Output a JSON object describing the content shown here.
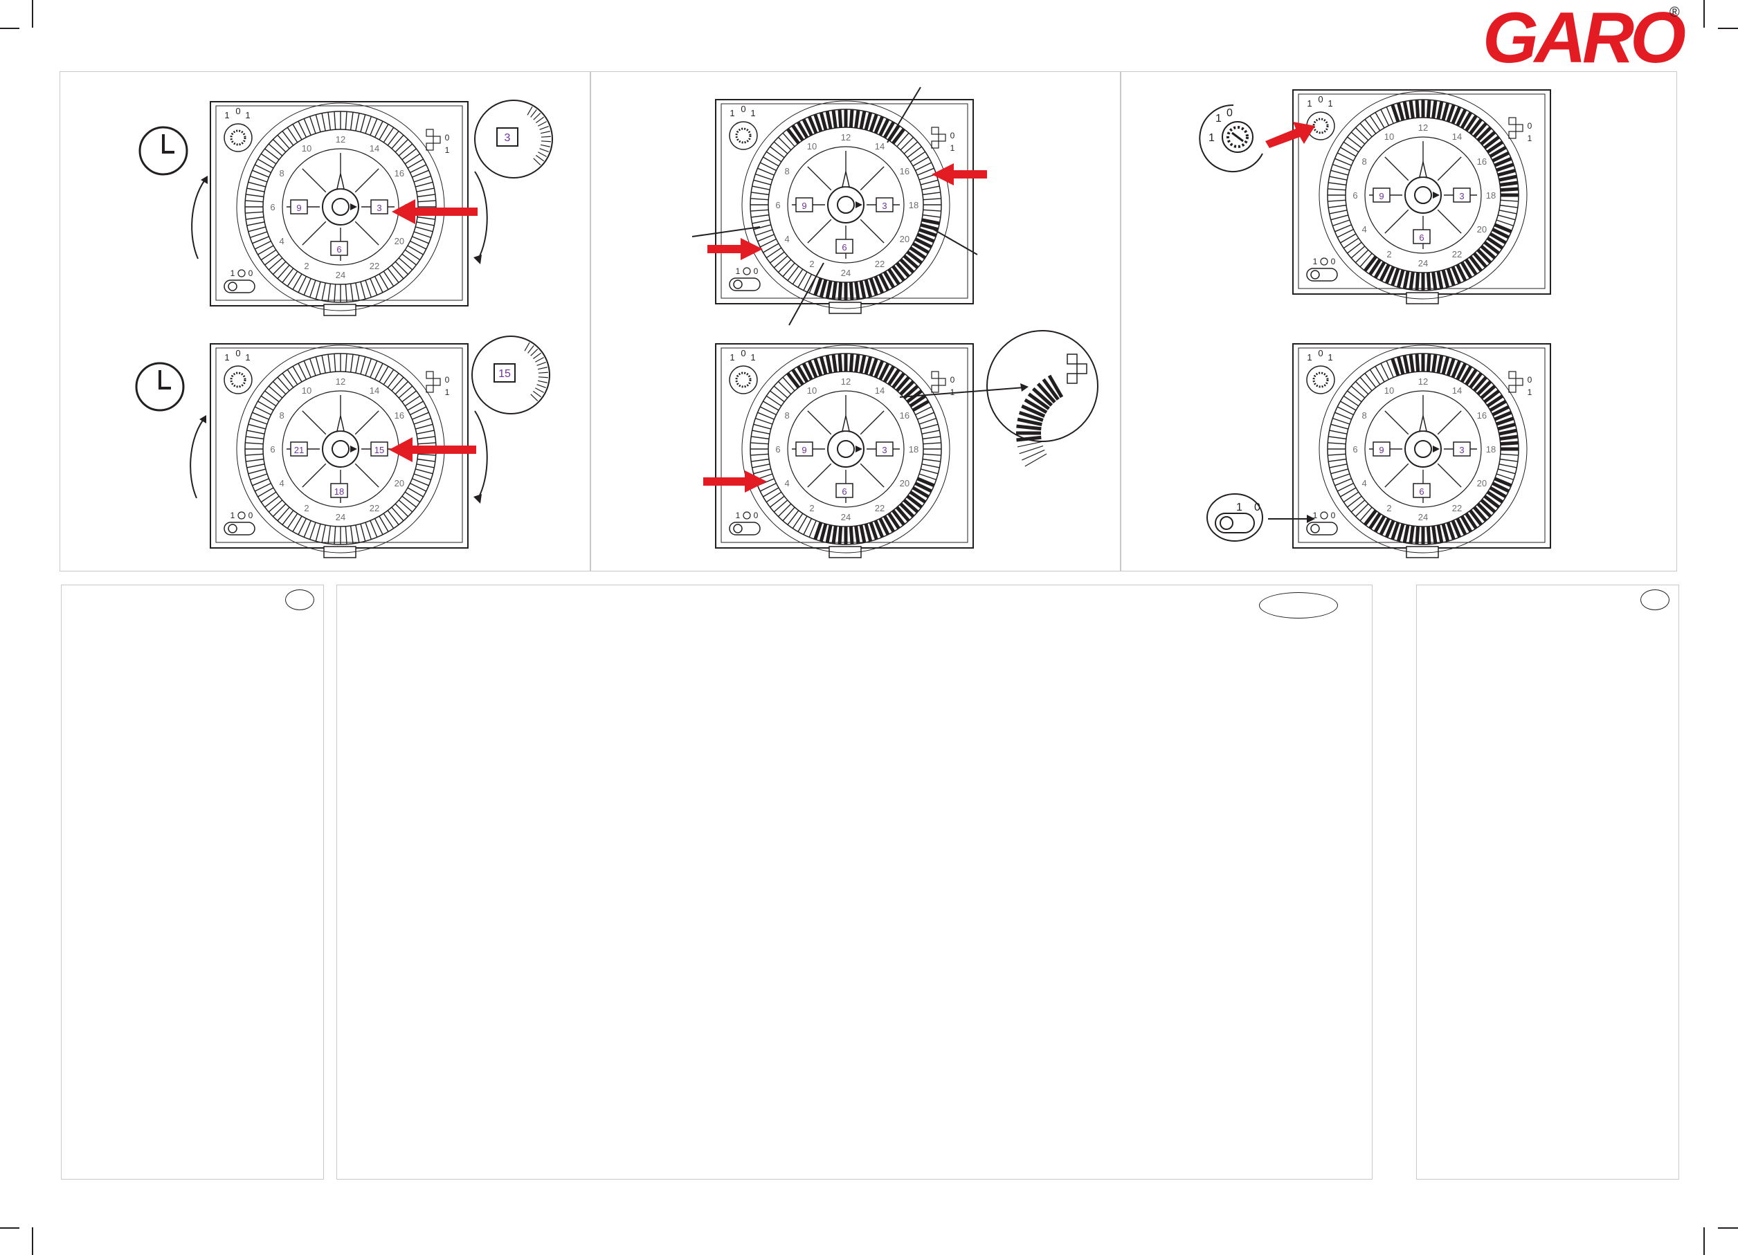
{
  "brand": {
    "logo_text": "GARO",
    "registered_mark": "®",
    "logo_color": "#e31b23"
  },
  "colors": {
    "arrow": "#e31b23",
    "line": "#231f20",
    "digit": "#7030a0",
    "frame": "#c8c8c8"
  },
  "icons": [
    "crop-mark",
    "clock-icon",
    "rotate-arrow-icon",
    "red-arrow-icon",
    "switch-icon"
  ],
  "figures": {
    "panel1": {
      "dial_a": {
        "flags": [
          "9",
          "3",
          "6"
        ],
        "zoom_flag": "3"
      },
      "dial_b": {
        "flags": [
          "21",
          "15",
          "18"
        ],
        "zoom_flag": "15"
      }
    },
    "panel2": {
      "dial_a": {
        "flags": [
          "9",
          "3",
          "6"
        ]
      },
      "dial_b": {
        "flags": [
          "9",
          "3",
          "6"
        ]
      }
    },
    "panel3": {
      "dial_a": {
        "flags": [
          "9",
          "3",
          "6"
        ]
      },
      "dial_b": {
        "flags": [
          "9",
          "3",
          "6"
        ]
      }
    },
    "switch_labels": [
      "1",
      "0",
      "1",
      "0",
      "1"
    ],
    "inner_ring_numbers": [
      "2",
      "4",
      "6",
      "8",
      "10",
      "12",
      "14",
      "16",
      "18",
      "20",
      "22",
      "24"
    ]
  }
}
